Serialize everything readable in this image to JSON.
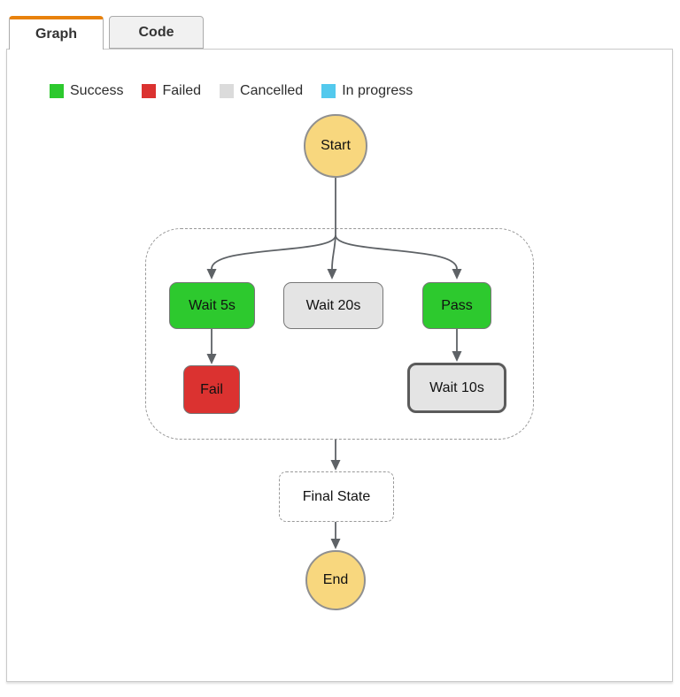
{
  "tabs": [
    {
      "label": "Graph",
      "active": true
    },
    {
      "label": "Code",
      "active": false
    }
  ],
  "legend": {
    "items": [
      {
        "label": "Success",
        "color": "#2DC92E"
      },
      {
        "label": "Failed",
        "color": "#DB3230"
      },
      {
        "label": "Cancelled",
        "color": "#DBDBDB"
      },
      {
        "label": "In progress",
        "color": "#53C9ED"
      }
    ]
  },
  "graph": {
    "start": {
      "label": "Start",
      "color": "#F8D77E"
    },
    "end": {
      "label": "End",
      "color": "#F8D77E"
    },
    "final_state": {
      "label": "Final State"
    },
    "branches": [
      {
        "label": "Wait 5s",
        "status": "success",
        "color": "#2DC92E"
      },
      {
        "label": "Wait 20s",
        "status": "cancelled",
        "color": "#E4E4E4"
      },
      {
        "label": "Pass",
        "status": "success",
        "color": "#2DC92E"
      },
      {
        "label": "Fail",
        "status": "failed",
        "color": "#DB3230"
      },
      {
        "label": "Wait 10s",
        "status": "cancelled",
        "color": "#E4E4E4"
      }
    ]
  },
  "colors": {
    "active_tab_accent": "#E8820C",
    "edge": "#5E6266",
    "panel_border": "#C9C9C9"
  }
}
